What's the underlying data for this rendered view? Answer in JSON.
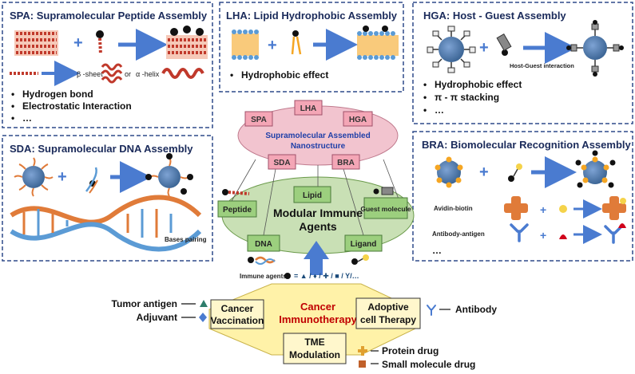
{
  "panels": {
    "spa": {
      "title": "SPA: Supramolecular Peptide Assembly",
      "beta_label": "β -sheet",
      "or_label": "or",
      "alpha_label": "α -helix",
      "bullets": [
        "Hydrogen bond",
        "Electrostatic Interaction",
        "…"
      ]
    },
    "lha": {
      "title": "LHA: Lipid Hydrophobic Assembly",
      "bullets": [
        "Hydrophobic effect"
      ]
    },
    "hga": {
      "title": "HGA: Host - Guest Assembly",
      "interaction_label": "Host-Guest interaction",
      "bullets": [
        "Hydrophobic effect",
        "π - π  stacking",
        "…"
      ]
    },
    "sda": {
      "title": "SDA: Supramolecular DNA Assembly",
      "bases_label": "Bases pairing"
    },
    "bra": {
      "title": "BRA: Biomolecular Recognition Assembly",
      "avidin_label": "Avidin-biotin",
      "antibody_label": "Antibody-antigen",
      "ellipsis": "…"
    }
  },
  "center": {
    "tags": [
      "SPA",
      "LHA",
      "HGA",
      "SDA",
      "BRA"
    ],
    "nano_label_line1": "Supramolecular Assembled",
    "nano_label_line2": "Nanostructure",
    "modules": [
      "Lipid",
      "Peptide",
      "Guest molecule",
      "DNA",
      "Ligand"
    ],
    "modular_line1": "Modular Immune",
    "modular_line2": "Agents",
    "immune_agents_label": "Immune agents",
    "immune_agents_eq": "= ▲ / ♦ / ✚ / ■ / Y/…"
  },
  "bottom": {
    "center_line1": "Cancer",
    "center_line2": "Immunotherapy",
    "cancer_vaccination_line1": "Cancer",
    "cancer_vaccination_line2": "Vaccination",
    "adoptive_line1": "Adoptive",
    "adoptive_line2": "cell Therapy",
    "tme_line1": "TME",
    "tme_line2": "Modulation",
    "tumor_antigen": "Tumor antigen",
    "adjuvant": "Adjuvant",
    "antibody": "Antibody",
    "protein_drug": "Protein drug",
    "small_molecule_drug": "Small molecule drug"
  },
  "colors": {
    "border": "#2f4a8a",
    "title": "#1a2a5a",
    "tag_fill": "#f4a6b6",
    "ellipse_top": "#f2c4cf",
    "module_fill": "#9ccf7e",
    "ellipse_bottom": "#c9e0b5",
    "octagon_fill": "#fff2a8",
    "arrow_blue": "#4a7bd0",
    "red_text": "#c00000",
    "nano_blue": "#1f3fa8"
  }
}
